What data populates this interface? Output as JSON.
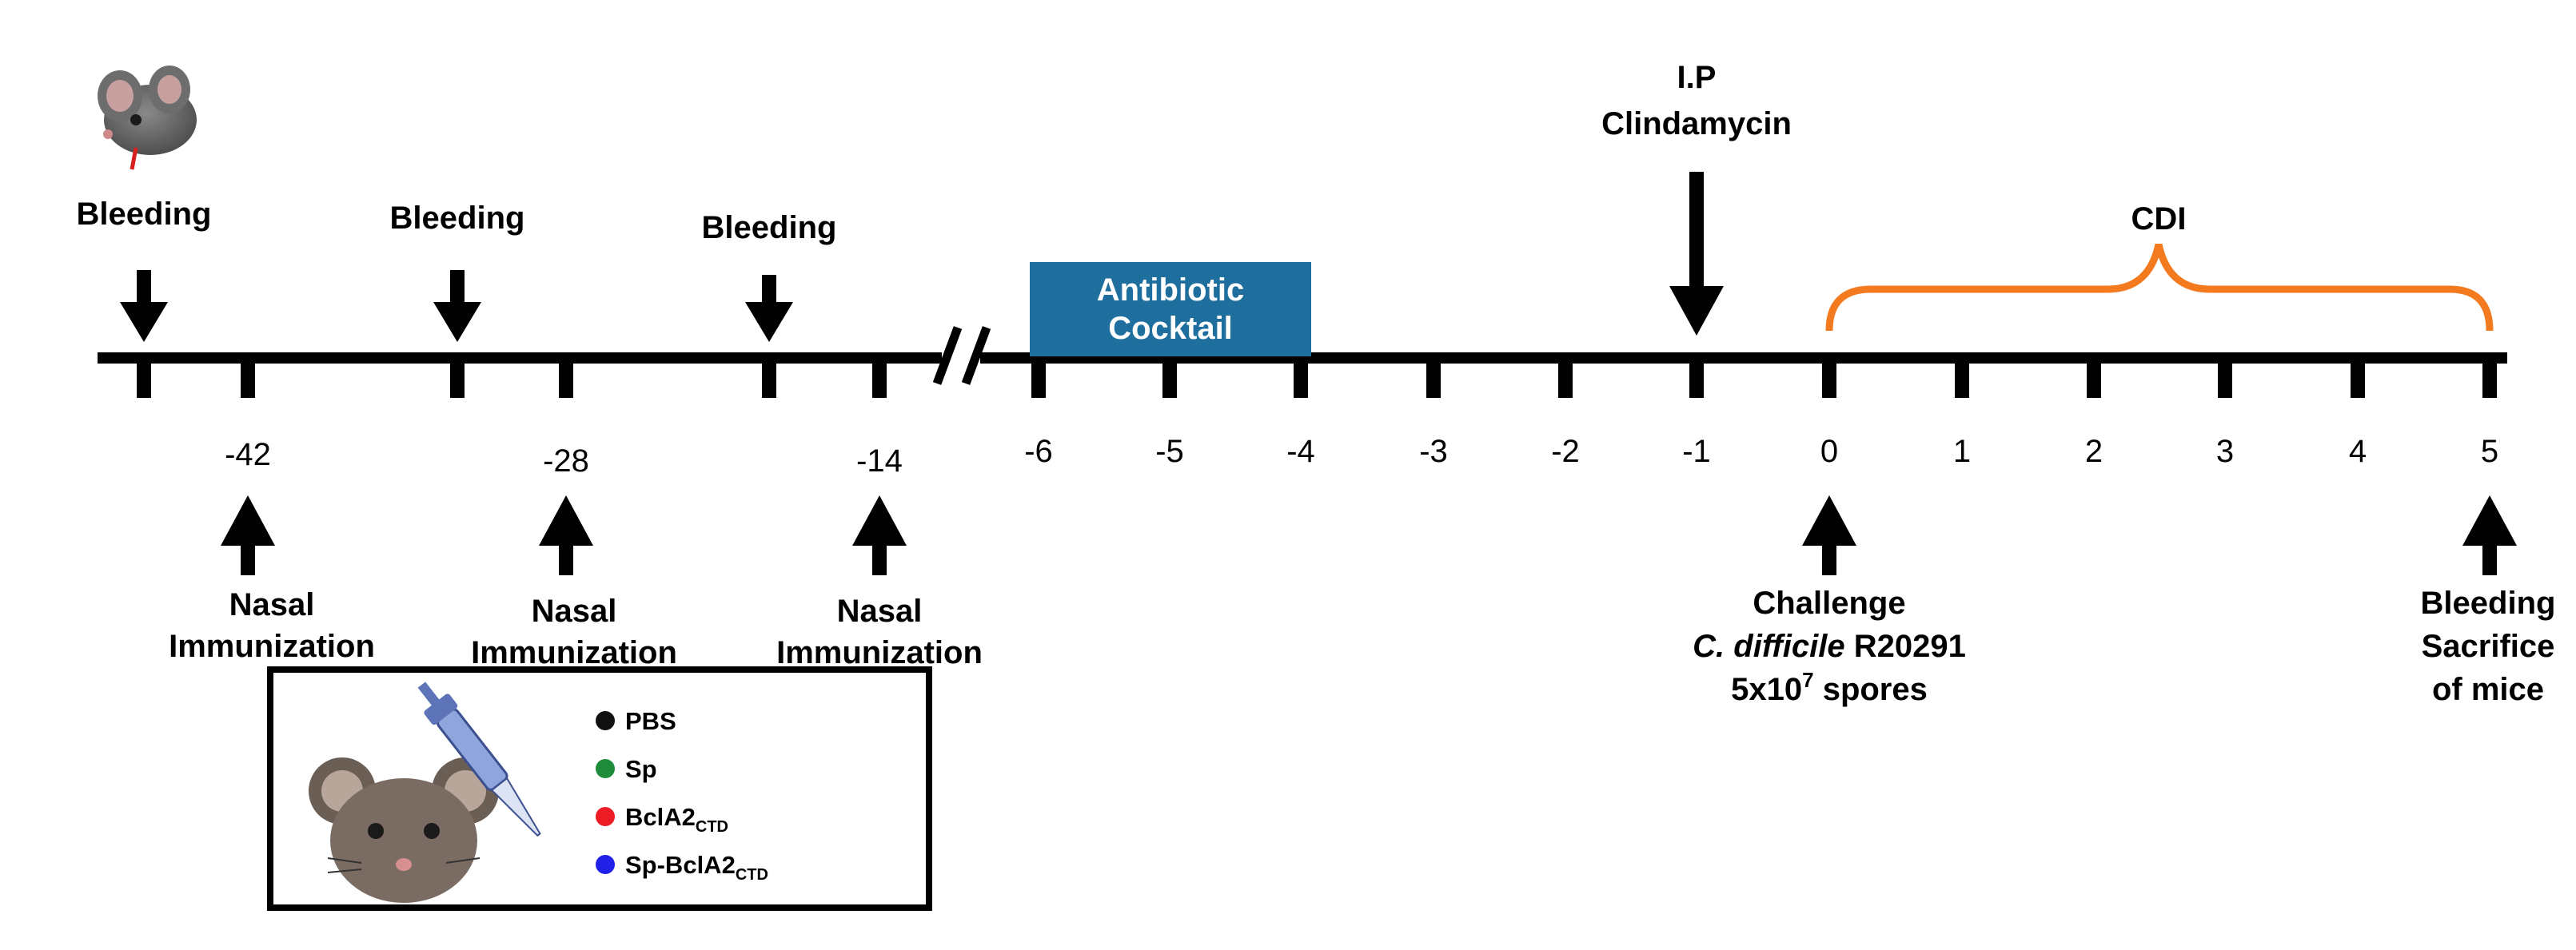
{
  "colors": {
    "axis": "#000000",
    "antibiotic_box": "#1f6f9e",
    "cdi_bracket": "#f47a20",
    "legend_pbs": "#111111",
    "legend_sp": "#1e8c3a",
    "legend_bcla2": "#ee1c24",
    "legend_sp_bcla2": "#2020e8"
  },
  "ticks": {
    "pre": [
      "-42",
      "-28",
      "-14"
    ],
    "post": [
      "-6",
      "-5",
      "-4",
      "-3",
      "-2",
      "-1",
      "0",
      "1",
      "2",
      "3",
      "4",
      "5"
    ]
  },
  "bleeding_label": "Bleeding",
  "ip_clindamycin": {
    "line1": "I.P",
    "line2": "Clindamycin"
  },
  "antibiotic": {
    "line1": "Antibiotic",
    "line2": "Cocktail"
  },
  "cdi_label": "CDI",
  "nasal": {
    "line1": "Nasal",
    "line2": "Immunization"
  },
  "challenge": {
    "line1": "Challenge",
    "line2_italic": "C. difficile",
    "line2_rest": " R20291",
    "line3_pre": "5x10",
    "line3_sup": "7",
    "line3_post": " spores"
  },
  "end_event": {
    "line1": "Bleeding",
    "line2": "Sacrifice",
    "line3": "of mice"
  },
  "legend": {
    "pbs": "PBS",
    "sp": "Sp",
    "bcla2_main": "BclA2",
    "bcla2_sub": "CTD",
    "sp_bcla2_main": "Sp-BclA2",
    "sp_bcla2_sub": "CTD"
  },
  "icons": [
    "mouse-bleeding-icon",
    "mouse-nasal-pipette-icon"
  ]
}
